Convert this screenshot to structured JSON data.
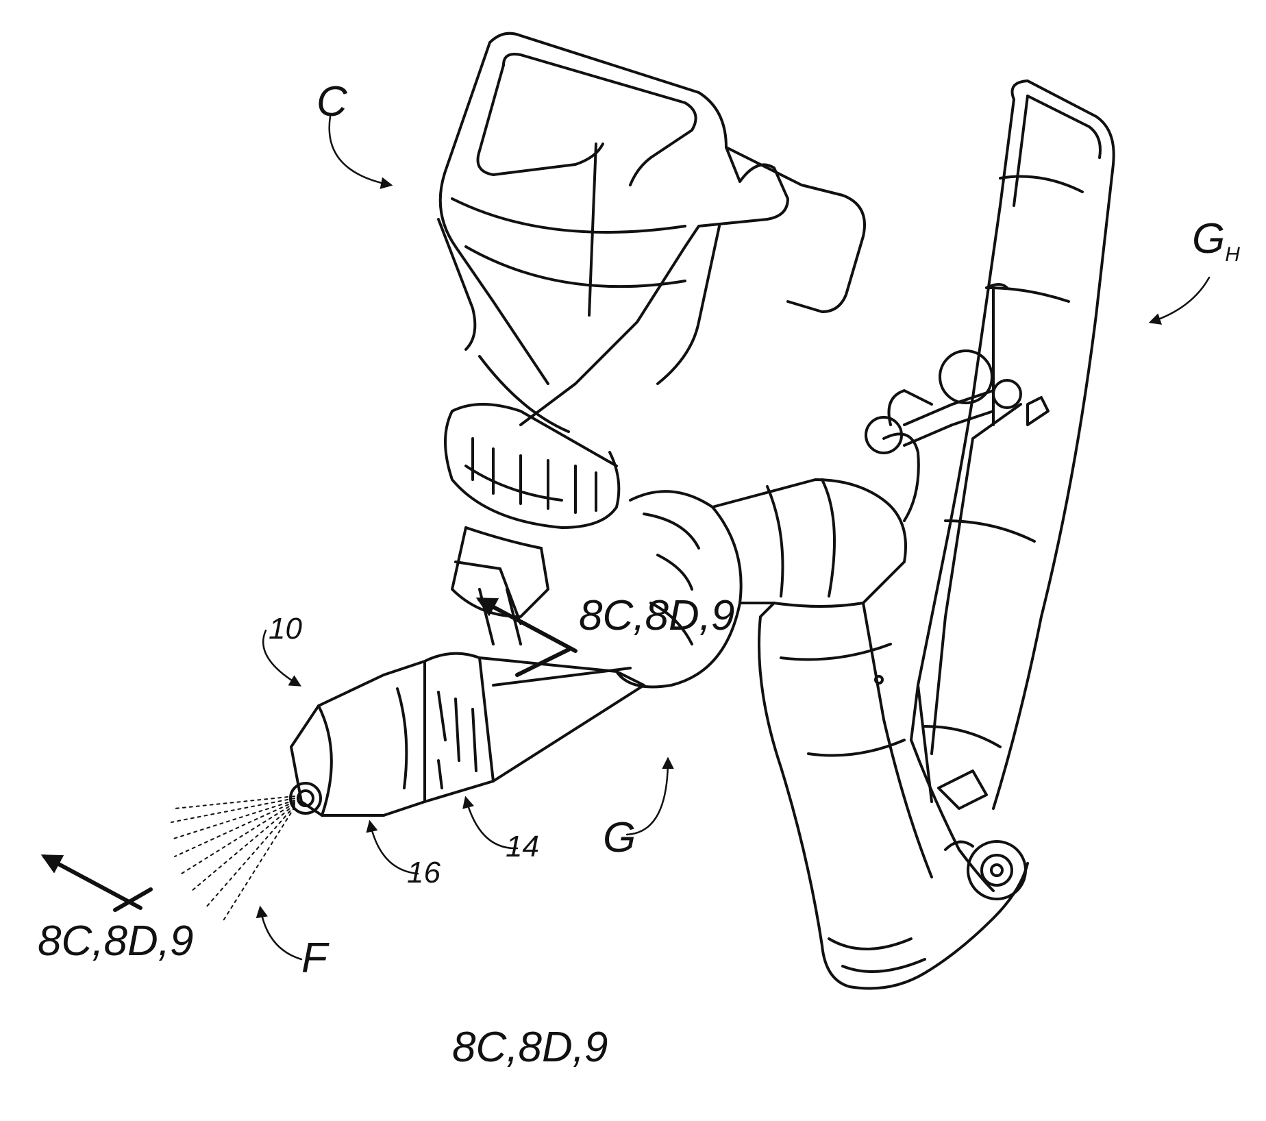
{
  "figure": {
    "ref_container": "C",
    "ref_handle_main": "G",
    "ref_handle_sub": "H",
    "ref_device": "10",
    "ref_barrel": "14",
    "ref_nozzle": "16",
    "ref_gun": "G",
    "ref_spray": "F",
    "section_top": "8C,8D,9",
    "section_left": "8C,8D,9",
    "figure_caption": "8C,8D,9"
  },
  "colors": {
    "ink": "#111111",
    "paper": "#ffffff"
  }
}
